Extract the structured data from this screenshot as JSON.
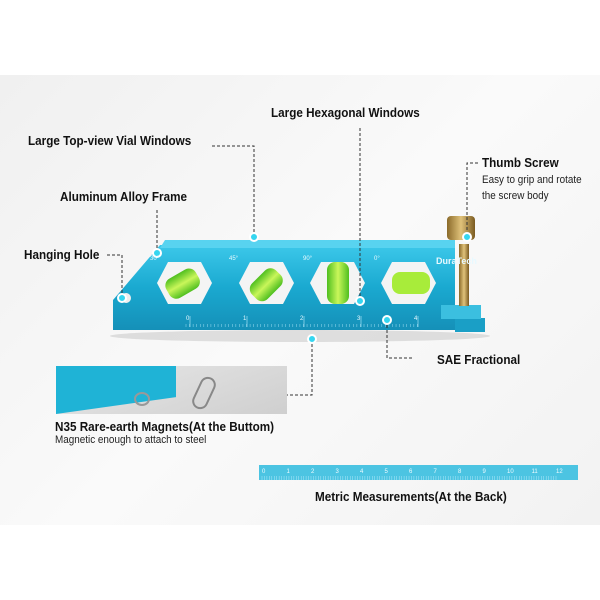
{
  "labels": {
    "hexagonal_windows": "Large Hexagonal Windows",
    "top_view_vials": "Large Top-view Vial Windows",
    "aluminum_frame": "Aluminum Alloy Frame",
    "hanging_hole": "Hanging Hole",
    "thumb_screw": {
      "title": "Thumb Screw",
      "line1": "Easy to grip and rotate",
      "line2": "the screw body"
    },
    "sae": "SAE Fractional",
    "magnets": {
      "title": "N35 Rare-earth Magnets(At the Buttom)",
      "sub": "Magnetic enough to attach to steel"
    },
    "metric": "Metric Measurements(At the Back)"
  },
  "product": {
    "brand": "DuraTech",
    "vial_angles": [
      "30°",
      "45°",
      "90°",
      "0°"
    ],
    "inch_marks": [
      "0",
      "1",
      "2",
      "3",
      "4"
    ],
    "metric_marks": [
      "0",
      "1",
      "2",
      "3",
      "4",
      "5",
      "6",
      "7",
      "8",
      "9",
      "10",
      "11",
      "12"
    ]
  },
  "colors": {
    "body": "#1fb3d6",
    "accent_dot": "#36d6f0",
    "vial": "#9be630"
  }
}
